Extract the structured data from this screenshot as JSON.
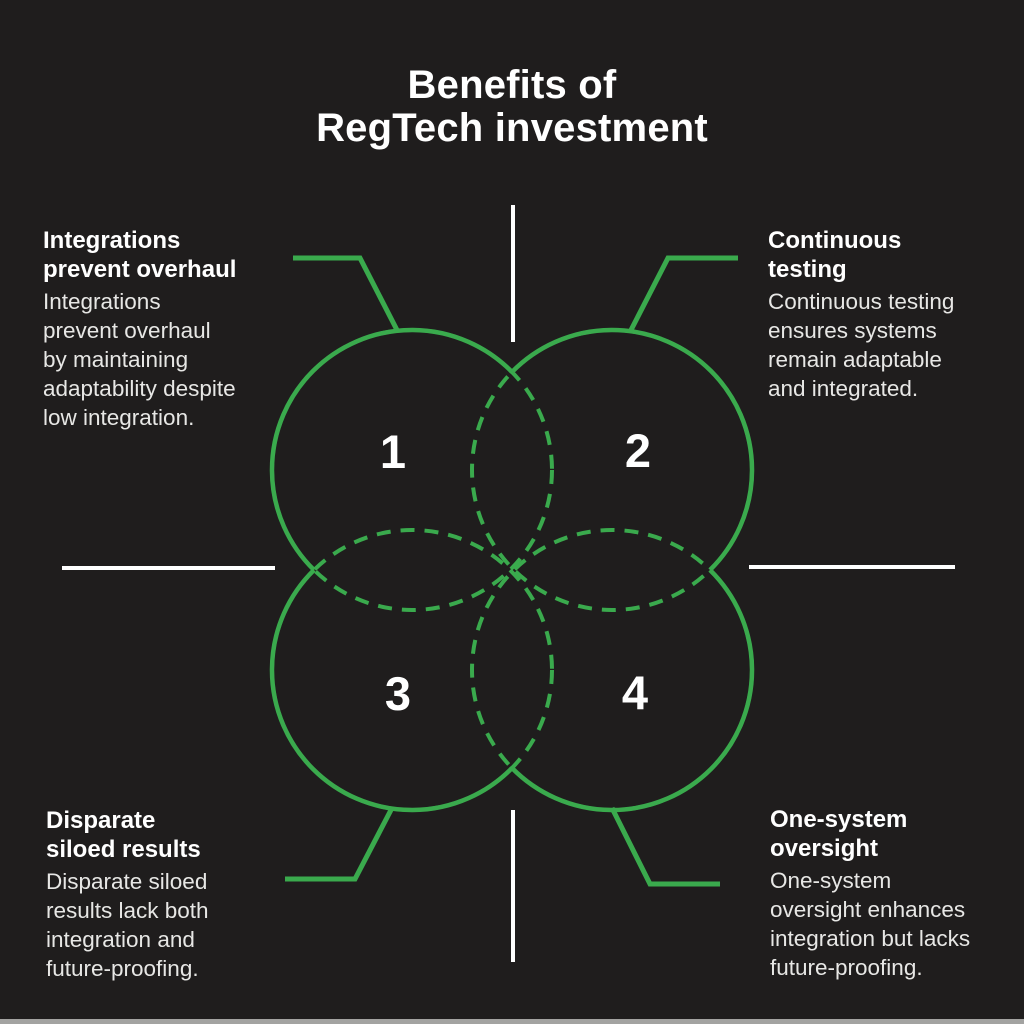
{
  "title": {
    "lines": [
      "Benefits of",
      "RegTech investment"
    ]
  },
  "quadrants": [
    {
      "number": "1",
      "heading_lines": [
        "Integrations",
        "prevent overhaul"
      ],
      "body_lines": [
        "Integrations",
        "prevent overhaul",
        "by maintaining",
        "adaptability despite",
        "low integration."
      ]
    },
    {
      "number": "2",
      "heading_lines": [
        "Continuous",
        "testing"
      ],
      "body_lines": [
        "Continuous testing",
        "ensures systems",
        "remain adaptable",
        "and integrated."
      ]
    },
    {
      "number": "3",
      "heading_lines": [
        "Disparate",
        "siloed results"
      ],
      "body_lines": [
        "Disparate siloed",
        "results lack both",
        "integration and",
        "future-proofing."
      ]
    },
    {
      "number": "4",
      "heading_lines": [
        "One-system",
        "oversight"
      ],
      "body_lines": [
        "One-system",
        "oversight enhances",
        "integration but lacks",
        "future-proofing."
      ]
    }
  ],
  "colors": {
    "background": "#1f1d1d",
    "accent_green": "#3aaa4d",
    "axis_white": "#ffffff",
    "heading_text": "#ffffff",
    "body_text": "#e7e7e5"
  }
}
